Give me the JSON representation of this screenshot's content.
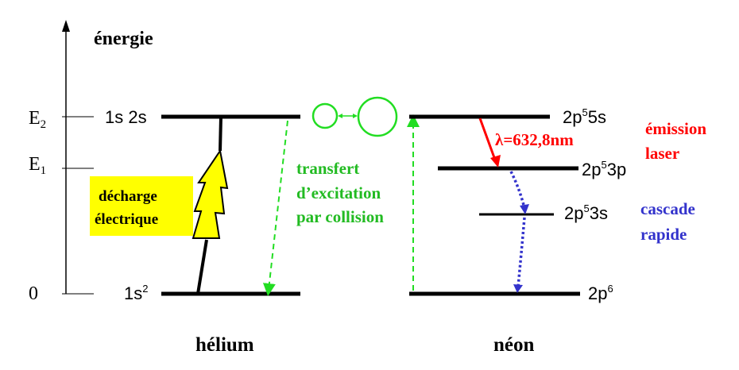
{
  "axis": {
    "title": "énergie",
    "levels": {
      "e2": "E",
      "e2_sub": "2",
      "e1": "E",
      "e1_sub": "1",
      "zero": "0"
    }
  },
  "helium": {
    "name": "hélium",
    "level_upper": "1s 2s",
    "level_ground": "1s",
    "level_ground_sup": "2",
    "discharge_label_line1": "décharge",
    "discharge_label_line2": "électrique"
  },
  "transfer": {
    "line1": "transfert",
    "line2": "d’excitation",
    "line3": "par collision"
  },
  "neon": {
    "name": "néon",
    "level_5s_a": "2p",
    "level_5s_sup": "5",
    "level_5s_b": "5s",
    "level_3p_a": "2p",
    "level_3p_sup": "5",
    "level_3p_b": "3p",
    "level_3s_a": "2p",
    "level_3s_sup": "5",
    "level_3s_b": "3s",
    "level_ground_a": "2p",
    "level_ground_sup": "6"
  },
  "laser": {
    "wavelength": "λ=632,8nm",
    "label_line1": "émission",
    "label_line2": "laser"
  },
  "cascade": {
    "label_line1": "cascade",
    "label_line2": "rapide"
  },
  "colors": {
    "green": "#22dd22",
    "red": "#ff0000",
    "blue": "#3333cc",
    "yellow": "#ffff00",
    "black": "#000000"
  }
}
